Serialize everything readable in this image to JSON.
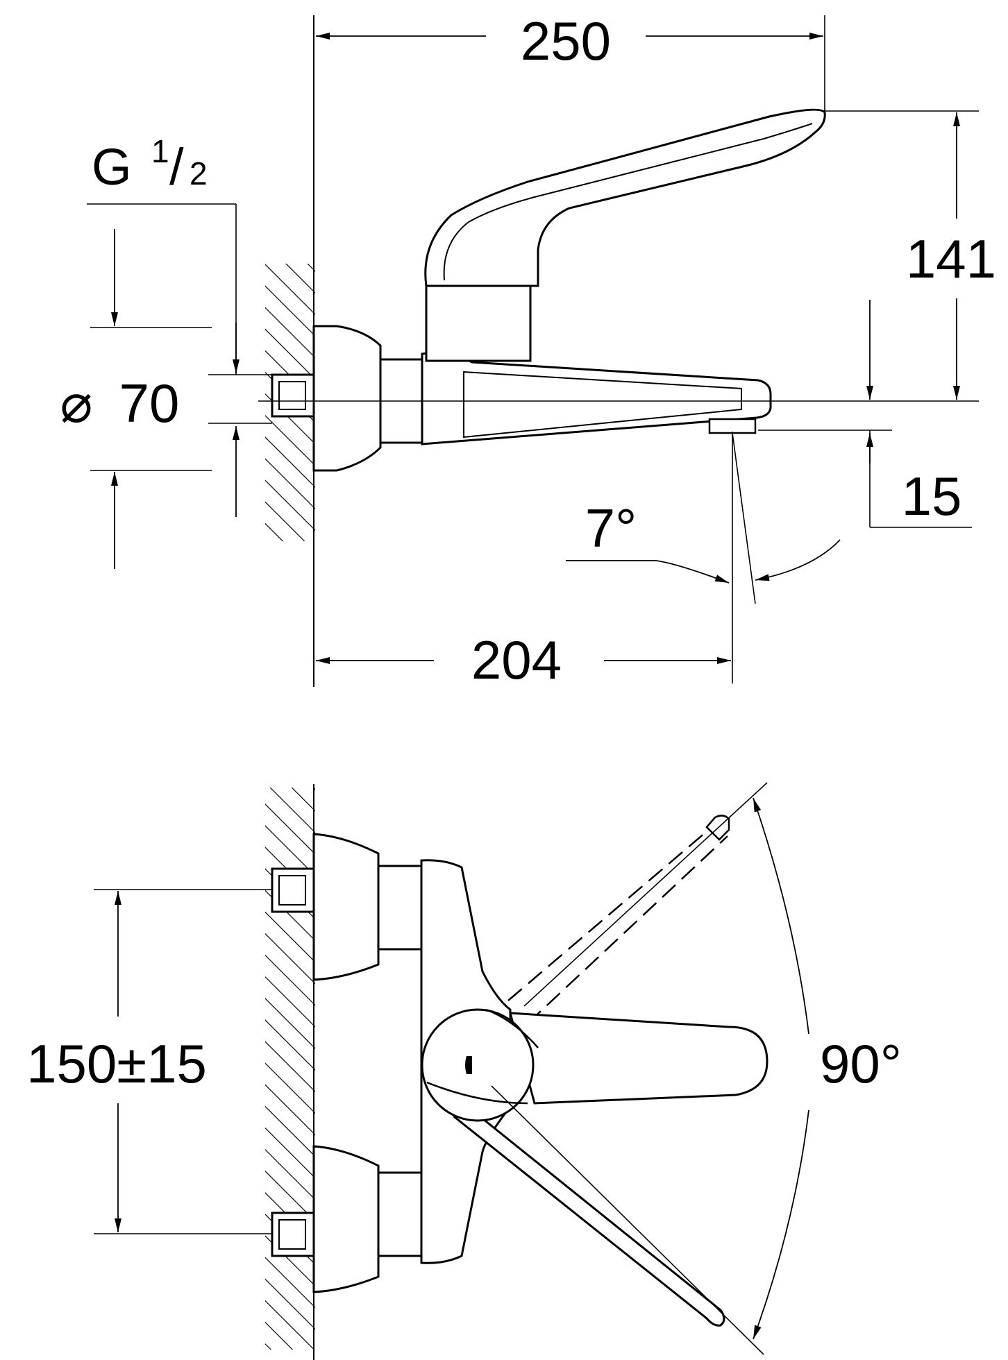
{
  "dimensions": {
    "total_length": "250",
    "height_handle": "141",
    "thread_prefix": "G",
    "thread_num": "1",
    "thread_sep": "/",
    "thread_den": "2",
    "diameter_symbol": "⌀",
    "diameter_value": "70",
    "spout_offset": "15",
    "spout_angle": "7°",
    "spout_reach": "204",
    "centers": "150±15",
    "lever_swing": "90°"
  }
}
